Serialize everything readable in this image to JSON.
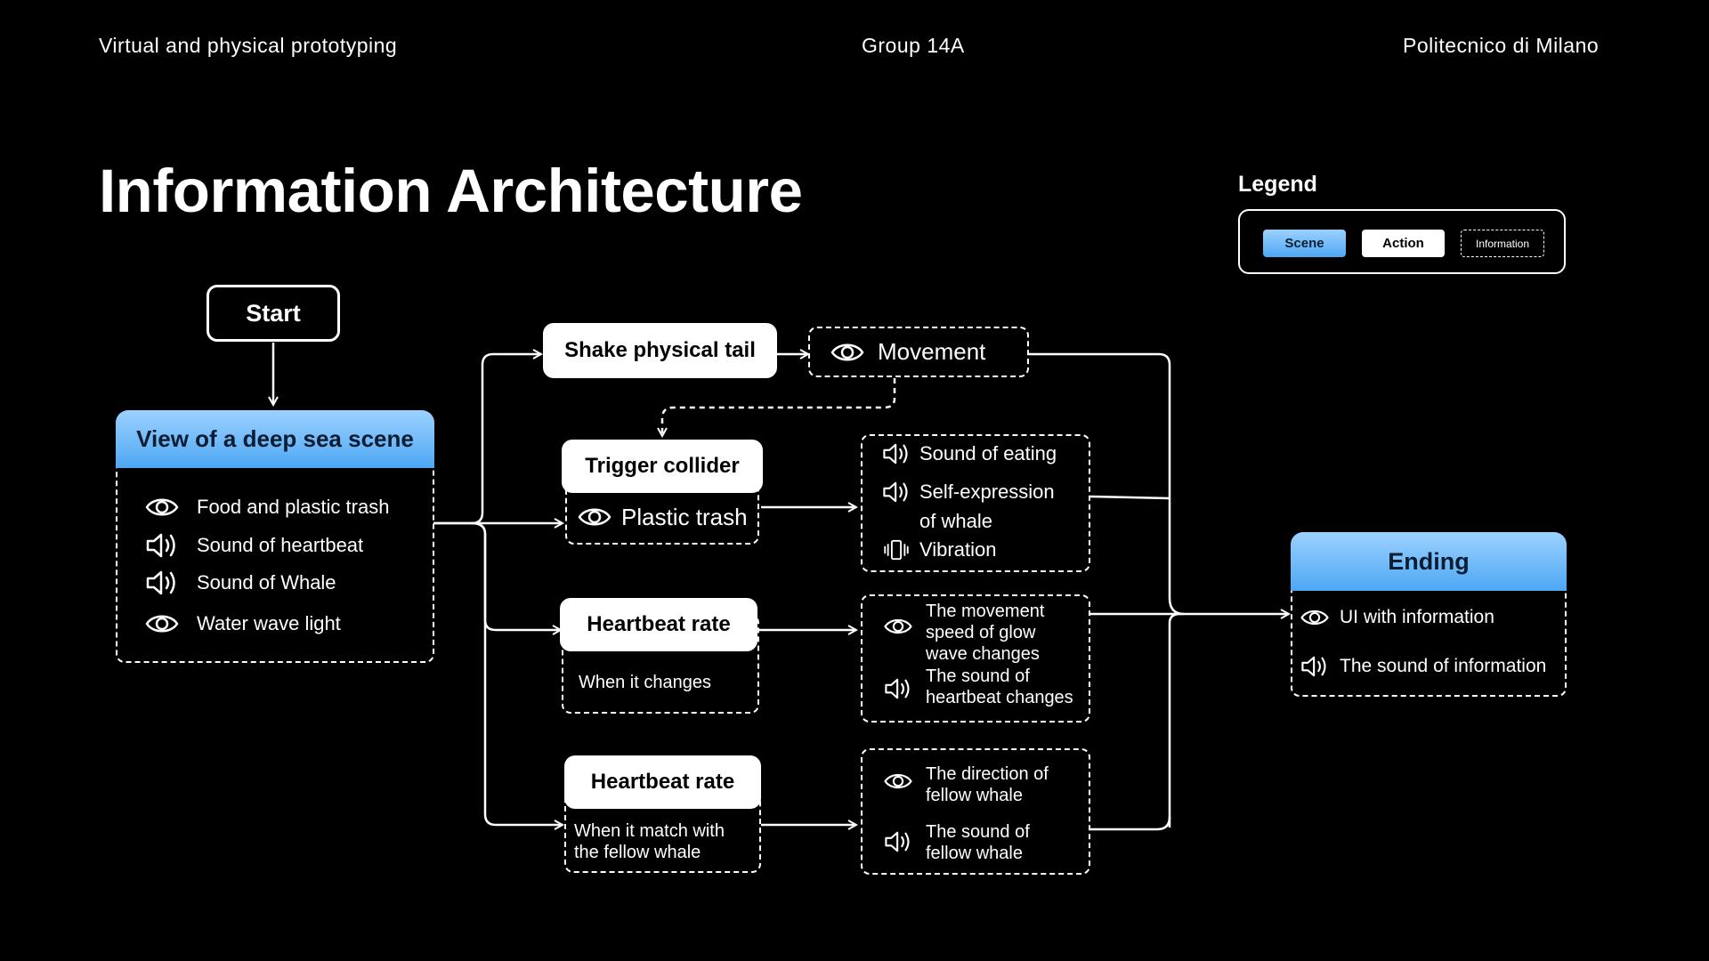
{
  "header": {
    "left": "Virtual and physical prototyping",
    "center": "Group 14A",
    "right": "Politecnico di Milano"
  },
  "title": "Information Architecture",
  "legend": {
    "title": "Legend",
    "scene": "Scene",
    "action": "Action",
    "information": "Information"
  },
  "start": "Start",
  "scene_main": {
    "title": "View of a deep sea scene",
    "items": [
      {
        "icon": "eye-icon",
        "text": "Food and plastic trash"
      },
      {
        "icon": "speaker-icon",
        "text": "Sound of heartbeat"
      },
      {
        "icon": "speaker-icon",
        "text": "Sound of Whale"
      },
      {
        "icon": "eye-icon",
        "text": "Water wave light"
      }
    ]
  },
  "shake": {
    "action": "Shake physical tail",
    "info": "Movement"
  },
  "trigger": {
    "action": "Trigger collider",
    "info": "Plastic trash"
  },
  "trigger_out": {
    "item1": "Sound of eating",
    "item2_line1": "Self-expression",
    "item2_line2": "of whale",
    "item3": "Vibration"
  },
  "heart1": {
    "action": "Heartbeat rate",
    "info": "When it changes"
  },
  "heart1_out": {
    "item1": [
      "The movement",
      "speed of glow",
      "wave changes"
    ],
    "item2": [
      "The sound of",
      "heartbeat changes"
    ]
  },
  "heart2": {
    "action": "Heartbeat rate",
    "info": [
      "When it match with",
      "the fellow whale"
    ]
  },
  "heart2_out": {
    "item1": [
      "The direction of",
      "fellow whale"
    ],
    "item2": [
      "The sound of",
      "fellow whale"
    ]
  },
  "ending": {
    "title": "Ending",
    "items": [
      {
        "icon": "eye-icon",
        "text": "UI with information"
      },
      {
        "icon": "speaker-icon",
        "text": "The sound of information"
      }
    ]
  }
}
